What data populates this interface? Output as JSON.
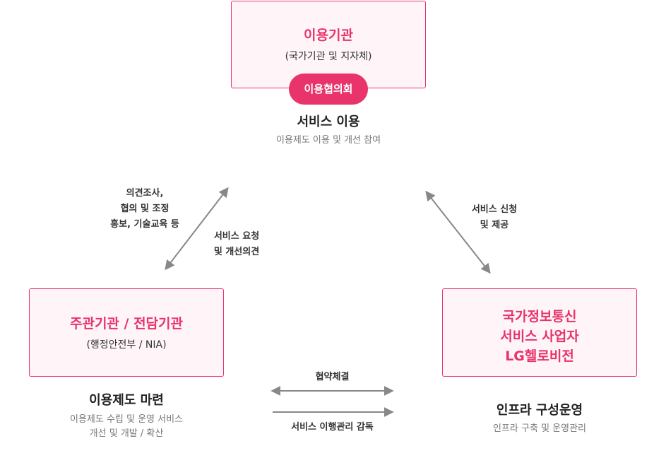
{
  "colors": {
    "accent": "#e8336b",
    "box_fill": "#fff5f8",
    "arrow": "#888888"
  },
  "top_node": {
    "title": "이용기관",
    "subtitle": "(국가기관 및 지자체)",
    "badge": "이용협의회",
    "role": "서비스 이용",
    "role_desc": "이용제도 이용 및 개선 참여"
  },
  "left_node": {
    "title": "주관기관 / 전담기관",
    "subtitle": "(행정안전부 / NIA)",
    "role": "이용제도 마련",
    "role_desc_lines": [
      "이용제도 수립 및 운영 서비스",
      "개선 및 개발 / 확산"
    ]
  },
  "right_node": {
    "title_lines": [
      "국가정보통신",
      "서비스 사업자",
      "LG헬로비전"
    ],
    "role": "인프라 구성운영",
    "role_desc": "인프라 구축 및 운영관리"
  },
  "edges": {
    "left_outer_lines": [
      "의견조사,",
      "협의 및 조정",
      "홍보, 기술교육 등"
    ],
    "left_inner_lines": [
      "서비스 요청",
      "및 개선의견"
    ],
    "right_lines": [
      "서비스 신청",
      "및 제공"
    ],
    "bottom_top": "협약체결",
    "bottom_bottom": "서비스 이행관리 감독"
  }
}
